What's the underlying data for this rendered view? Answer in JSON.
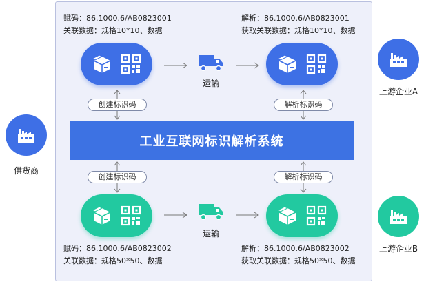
{
  "supplier": {
    "label": "供货商"
  },
  "enterprise_a": {
    "label": "上游企业A"
  },
  "enterprise_b": {
    "label": "上游企业B"
  },
  "top": {
    "left_info": {
      "line1": "赋码：86.1000.6/AB0823001",
      "line2": "关联数据：规格10*10、数据"
    },
    "right_info": {
      "line1": "解析：86.1000.6/AB0823001",
      "line2": "获取关联数据：规格10*10、数据"
    },
    "transport_label": "运输",
    "create_tag": "创建标识码",
    "parse_tag": "解析标识码"
  },
  "bottom": {
    "left_info": {
      "line1": "赋码：86.1000.6/AB0823002",
      "line2": "关联数据：规格50*50、数据"
    },
    "right_info": {
      "line1": "解析：86.1000.6/AB0823002",
      "line2": "获取关联数据：规格50*50、数据"
    },
    "transport_label": "运输",
    "create_tag": "创建标识码",
    "parse_tag": "解析标识码"
  },
  "system": {
    "title": "工业互联网标识解析系统"
  },
  "colors": {
    "blue": "#3e6fe6",
    "green": "#22c9a0",
    "banner": "#3d72e3",
    "frame": "#eef0fa"
  },
  "icons": [
    "factory-icon",
    "package-icon",
    "qr-code-icon",
    "truck-icon"
  ]
}
